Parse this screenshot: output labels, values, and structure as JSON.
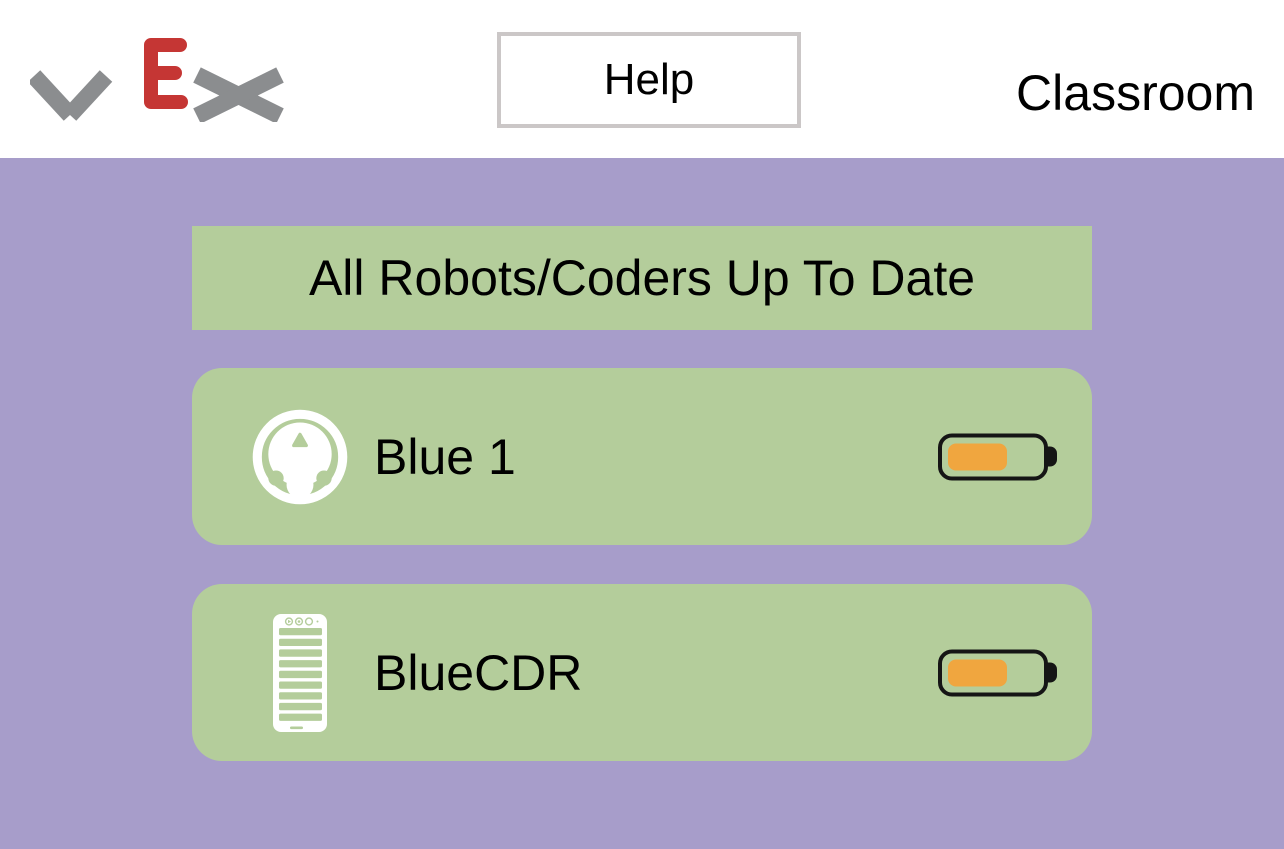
{
  "header": {
    "logo_label": "VEX",
    "help_button": "Help",
    "classroom_label": "Classroom"
  },
  "banner": {
    "text": "All Robots/Coders Up To Date"
  },
  "devices": [
    {
      "name": "Blue 1",
      "icon": "robot-123-icon",
      "battery_percent": 58
    },
    {
      "name": "BlueCDR",
      "icon": "coder-icon",
      "battery_percent": 58
    }
  ],
  "colors": {
    "background": "#a79dca",
    "panel_green": "#b4cd9b",
    "battery_fill": "#f0a63f",
    "logo_gray": "#8b8d8f",
    "logo_red": "#c53634",
    "help_border": "#cbc7c7"
  }
}
